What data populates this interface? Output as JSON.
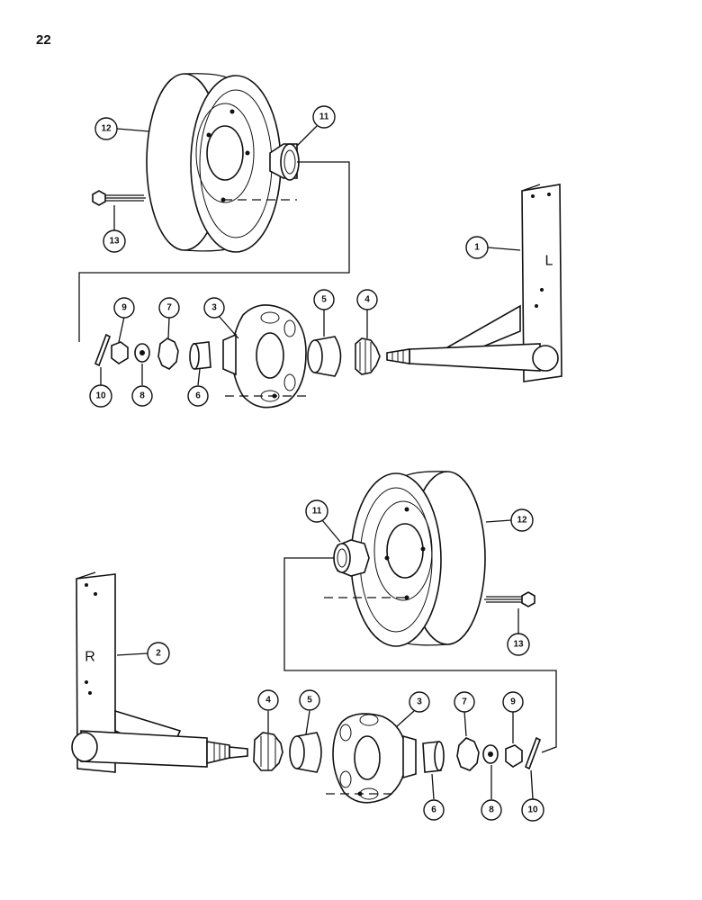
{
  "page": {
    "number": "22"
  },
  "callouts": [
    "1",
    "2",
    "3",
    "4",
    "5",
    "6",
    "7",
    "8",
    "9",
    "10",
    "11",
    "12",
    "13"
  ],
  "side_letters": {
    "left": "L",
    "right": "R"
  }
}
